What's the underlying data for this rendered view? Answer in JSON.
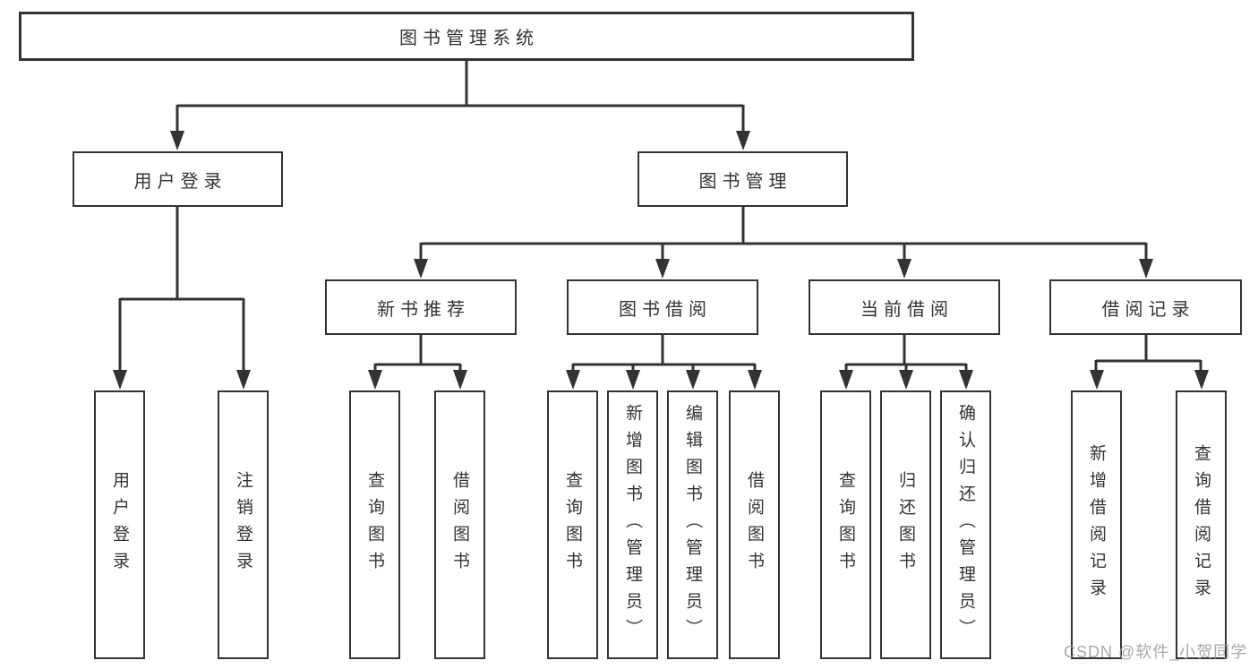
{
  "diagram": {
    "root": "图书管理系统",
    "branches": [
      {
        "label": "用户登录",
        "children": [
          "用户登录",
          "注销登录"
        ]
      },
      {
        "label": "图书管理",
        "groups": [
          {
            "label": "新书推荐",
            "children": [
              "查询图书",
              "借阅图书"
            ]
          },
          {
            "label": "图书借阅",
            "children": [
              "查询图书",
              "新增图书（管理员）",
              "编辑图书（管理员）",
              "借阅图书"
            ]
          },
          {
            "label": "当前借阅",
            "children": [
              "查询图书",
              "归还图书",
              "确认归还（管理员）"
            ]
          },
          {
            "label": "借阅记录",
            "children": [
              "新增借阅记录",
              "查询借阅记录"
            ]
          }
        ]
      }
    ]
  },
  "watermark": "CSDN @软件_小贺同学",
  "colors": {
    "line": "#333333",
    "background": "#ffffff",
    "watermark": "#9e9e9e"
  }
}
